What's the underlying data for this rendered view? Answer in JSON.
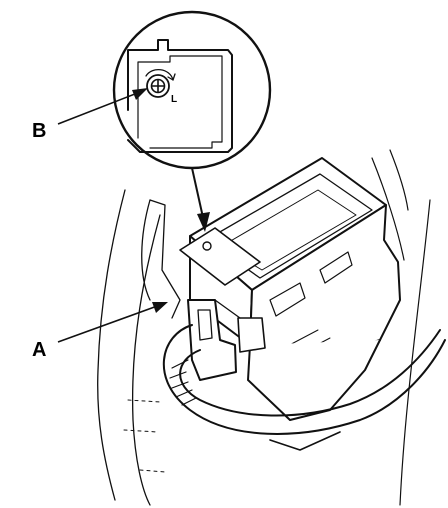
{
  "callouts": {
    "a": "A",
    "b": "B",
    "rotation": "L"
  },
  "colors": {
    "ink": "#111111",
    "paper": "#ffffff"
  }
}
